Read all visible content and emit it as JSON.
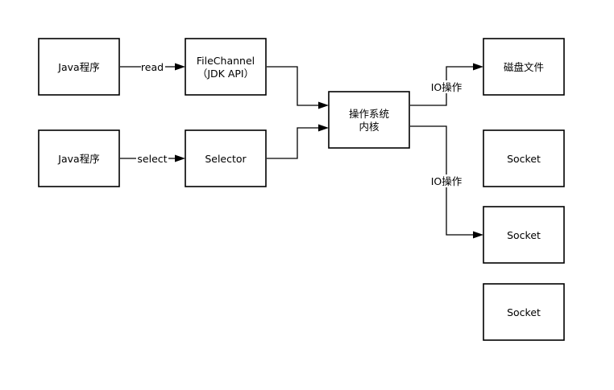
{
  "nodes": {
    "java_program_1": {
      "lines": [
        "Java程序"
      ]
    },
    "filechannel": {
      "lines": [
        "FileChannel",
        "（JDK API）"
      ]
    },
    "java_program_2": {
      "lines": [
        "Java程序"
      ]
    },
    "selector": {
      "lines": [
        "Selector"
      ]
    },
    "os_kernel": {
      "lines": [
        "操作系统",
        "内核"
      ]
    },
    "disk_file": {
      "lines": [
        "磁盘文件"
      ]
    },
    "socket_1": {
      "lines": [
        "Socket"
      ]
    },
    "socket_2": {
      "lines": [
        "Socket"
      ]
    },
    "socket_3": {
      "lines": [
        "Socket"
      ]
    }
  },
  "edges": {
    "read": {
      "label": "read"
    },
    "select": {
      "label": "select"
    },
    "filechannel_to_kernel": {
      "label": ""
    },
    "selector_to_kernel": {
      "label": ""
    },
    "kernel_to_disk": {
      "label": "IO操作"
    },
    "kernel_to_socket": {
      "label": "IO操作"
    }
  }
}
